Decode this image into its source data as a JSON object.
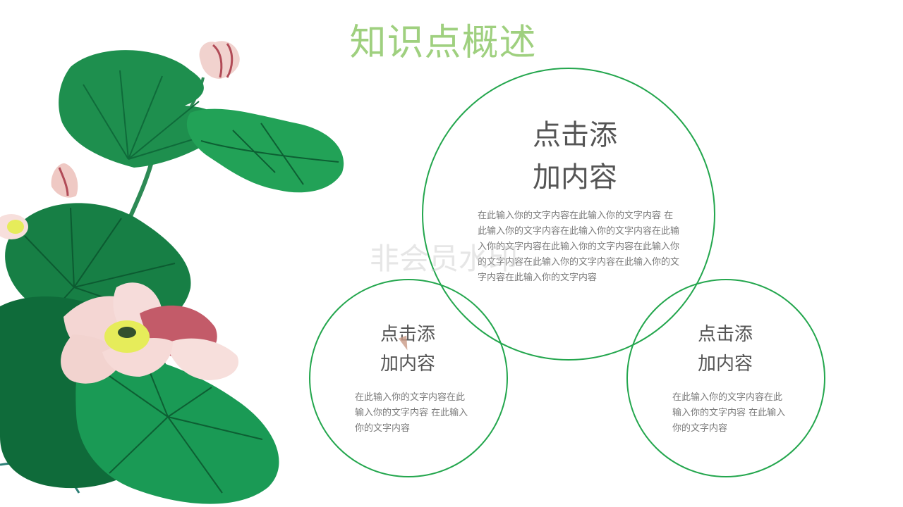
{
  "slide": {
    "title": "知识点概述",
    "watermark": "非会员水印"
  },
  "circles": {
    "big": {
      "heading_line1": "点击添",
      "heading_line2": "加内容",
      "body": "在此输入你的文字内容在此输入你的文字内容 在此输入你的文字内容在此输入你的文字内容在此输入你的文字内容在此输入你的文字内容在此输入你的文字内容在此输入你的文字内容在此输入你的文字内容在此输入你的文字内容"
    },
    "left": {
      "heading_line1": "点击添",
      "heading_line2": "加内容",
      "body": "在此输入你的文字内容在此输入你的文字内容 在此输入你的文字内容"
    },
    "right": {
      "heading_line1": "点击添",
      "heading_line2": "加内容",
      "body": "在此输入你的文字内容在此输入你的文字内容 在此输入你的文字内容"
    }
  },
  "colors": {
    "title": "#9fd07f",
    "circle_stroke": "#23a64d",
    "leaf_dark": "#0f6b3a",
    "leaf_mid": "#1e8f4e",
    "petal": "#f3d3cf",
    "petal_tip": "#b14b57",
    "stamen": "#e6ec5a"
  }
}
